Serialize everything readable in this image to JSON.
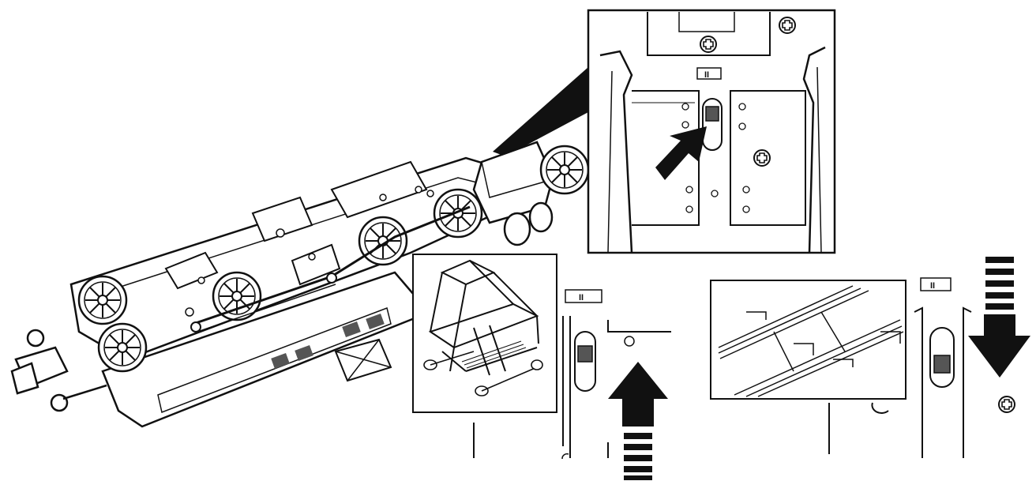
{
  "figure": {
    "marks": {
      "top_inset_label": "II",
      "bottom_middle_label": "II",
      "bottom_right_label": "II"
    },
    "colors": {
      "ink": "#111111",
      "paper": "#ffffff",
      "switch_fill": "#555555"
    },
    "icons": {
      "screw": "screw-icon",
      "arrow": "arrow-icon",
      "switch": "slide-switch-icon",
      "wheel": "wheel-icon"
    }
  }
}
